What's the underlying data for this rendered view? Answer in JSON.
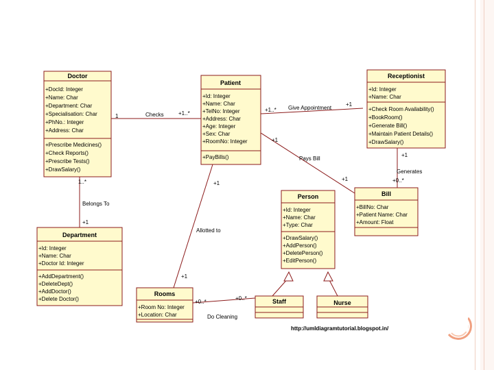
{
  "classes": {
    "doctor": {
      "name": "Doctor",
      "attributes": [
        "+DocId: Integer",
        "+Name: Char",
        "+Department: Char",
        "+Specialisation: Char",
        "+PhNo.: Integer",
        "+Address: Char"
      ],
      "operations": [
        "+Prescribe Medicines()",
        "+Check Reports()",
        "+Prescribe Tests()",
        "+DrawSalary()"
      ]
    },
    "patient": {
      "name": "Patient",
      "attributes": [
        "+Id: Integer",
        "+Name: Char",
        "+TelNo: Integer",
        "+Address: Char",
        "+Age: Integer",
        "+Sex: Char",
        "+RoomNo: Integer"
      ],
      "operations": [
        "+PayBills()"
      ]
    },
    "receptionist": {
      "name": "Receptionist",
      "attributes": [
        "+Id: Integer",
        "+Name: Char"
      ],
      "operations": [
        "+Check Room Availability()",
        "+BookRoom()",
        "+Generate Bill()",
        "+Maintain Patient Details()",
        "+DrawSalary()"
      ]
    },
    "department": {
      "name": "Department",
      "attributes": [
        "+Id: Integer",
        "+Name: Char",
        "+Doctor Id: Integer"
      ],
      "operations": [
        "+AddDepartment()",
        "+DeleteDept()",
        "+AddDoctor()",
        "+Delete Doctor()"
      ]
    },
    "person": {
      "name": "Person",
      "attributes": [
        "+Id: Integer",
        "+Name: Char",
        "+Type: Char"
      ],
      "operations": [
        "+DrawSalary()",
        "+AddPerson()",
        "+DeletePerson()",
        "+EditPerson()"
      ]
    },
    "bill": {
      "name": "Bill",
      "attributes": [
        "+BillNo: Char",
        "+Patient Name: Char",
        "+Amount: Float"
      ],
      "operations": []
    },
    "rooms": {
      "name": "Rooms",
      "attributes": [
        "+Room No: Integer",
        "+Location: Char"
      ],
      "operations": []
    },
    "staff": {
      "name": "Staff"
    },
    "nurse": {
      "name": "Nurse"
    }
  },
  "associations": {
    "checks": {
      "label": "Checks",
      "mult_doctor": "1",
      "mult_patient": "+1..*"
    },
    "give_appointment": {
      "label": "Give Appointment",
      "mult_patient": "+1..*",
      "mult_receptionist": "+1"
    },
    "belongs_to": {
      "label": "Belongs To",
      "mult_doctor": "1..*",
      "mult_department": "+1"
    },
    "pays_bill": {
      "label": "Pays Bill",
      "mult_patient": "+1",
      "mult_bill": "+1"
    },
    "generates": {
      "label": "Generates",
      "mult_receptionist": "+1",
      "mult_bill": "+0..*"
    },
    "allotted_to": {
      "label": "Allotted to",
      "mult_patient": "+1",
      "mult_rooms": "+1"
    },
    "do_cleaning": {
      "label": "Do Cleaning",
      "mult_rooms": "+0..*",
      "mult_staff": "+0..*"
    }
  },
  "footer": {
    "url": "http://umldiagramtutorial.blogspot.in/"
  },
  "colors": {
    "class_fill": "#fffacd",
    "class_stroke": "#8b1a1a",
    "line": "#8b1a1a",
    "slide_accent": "#e8a48a"
  }
}
